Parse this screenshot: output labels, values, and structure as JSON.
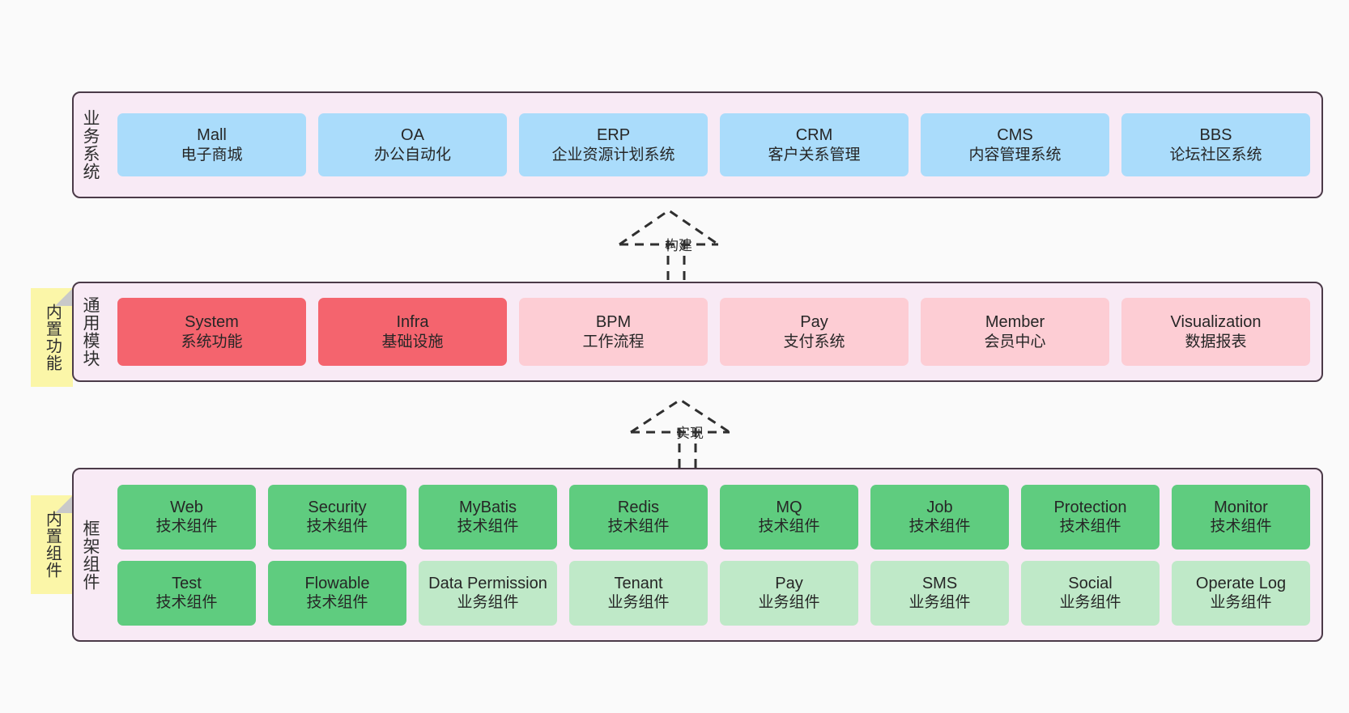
{
  "diagram": {
    "title": "",
    "colors": {
      "panel_bg": "#f8eaf5",
      "panel_border": "#4b3a48",
      "business_system": "#aadcfb",
      "core_module": "#f4646e",
      "core_module_light": "#fdcdd4",
      "tech_component": "#5fcc7f",
      "biz_component": "#bfe9c8",
      "note_tag": "#fbf6a8",
      "canvas": "#fafafa"
    }
  },
  "layers": {
    "business": {
      "title": "业务系统",
      "nodes": [
        {
          "en": "Mall",
          "cn": "电子商城"
        },
        {
          "en": "OA",
          "cn": "办公自动化"
        },
        {
          "en": "ERP",
          "cn": "企业资源计划系统"
        },
        {
          "en": "CRM",
          "cn": "客户关系管理"
        },
        {
          "en": "CMS",
          "cn": "内容管理系统"
        },
        {
          "en": "BBS",
          "cn": "论坛社区系统"
        }
      ]
    },
    "common": {
      "title": "通用模块",
      "note": "内置功能",
      "nodes": [
        {
          "en": "System",
          "cn": "系统功能",
          "style": "core"
        },
        {
          "en": "Infra",
          "cn": "基础设施",
          "style": "core"
        },
        {
          "en": "BPM",
          "cn": "工作流程",
          "style": "core-light"
        },
        {
          "en": "Pay",
          "cn": "支付系统",
          "style": "core-light"
        },
        {
          "en": "Member",
          "cn": "会员中心",
          "style": "core-light"
        },
        {
          "en": "Visualization",
          "cn": "数据报表",
          "style": "core-light"
        }
      ]
    },
    "framework": {
      "title": "框架组件",
      "note": "内置组件",
      "row1": [
        {
          "en": "Web",
          "cn": "技术组件",
          "style": "tech"
        },
        {
          "en": "Security",
          "cn": "技术组件",
          "style": "tech"
        },
        {
          "en": "MyBatis",
          "cn": "技术组件",
          "style": "tech"
        },
        {
          "en": "Redis",
          "cn": "技术组件",
          "style": "tech"
        },
        {
          "en": "MQ",
          "cn": "技术组件",
          "style": "tech"
        },
        {
          "en": "Job",
          "cn": "技术组件",
          "style": "tech"
        },
        {
          "en": "Protection",
          "cn": "技术组件",
          "style": "tech"
        },
        {
          "en": "Monitor",
          "cn": "技术组件",
          "style": "tech"
        }
      ],
      "row2": [
        {
          "en": "Test",
          "cn": "技术组件",
          "style": "tech"
        },
        {
          "en": "Flowable",
          "cn": "技术组件",
          "style": "tech"
        },
        {
          "en": "Data Permission",
          "cn": "业务组件",
          "style": "biz"
        },
        {
          "en": "Tenant",
          "cn": "业务组件",
          "style": "biz"
        },
        {
          "en": "Pay",
          "cn": "业务组件",
          "style": "biz"
        },
        {
          "en": "SMS",
          "cn": "业务组件",
          "style": "biz"
        },
        {
          "en": "Social",
          "cn": "业务组件",
          "style": "biz"
        },
        {
          "en": "Operate Log",
          "cn": "业务组件",
          "style": "biz"
        }
      ]
    }
  },
  "connectors": [
    {
      "label": "构建",
      "from": "通用模块",
      "to": "业务系统"
    },
    {
      "label": "实现",
      "from": "框架组件",
      "to": "通用模块"
    }
  ]
}
